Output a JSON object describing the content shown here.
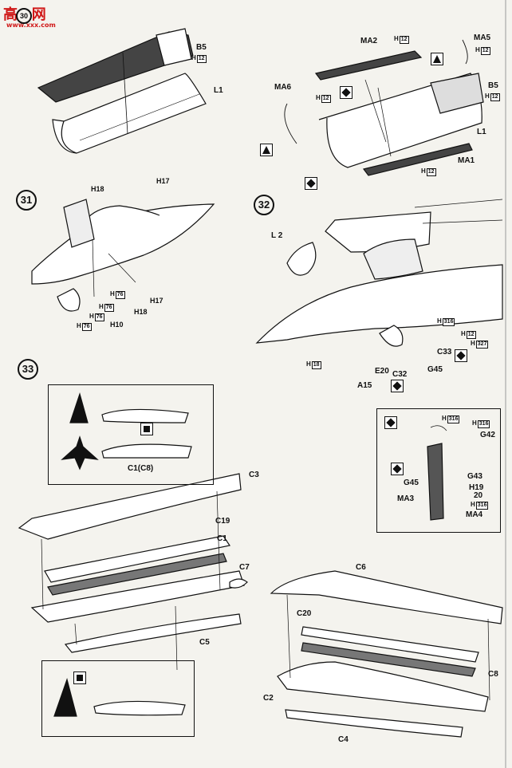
{
  "watermark": {
    "text": "高◎网",
    "sub": "www.xxx.com"
  },
  "steps": {
    "s31": "31",
    "s32": "32",
    "s33": "33",
    "s30": "30"
  },
  "parts": {
    "B5_a": "B5",
    "L1_a": "L1",
    "MA2": "MA2",
    "MA5": "MA5",
    "MA6": "MA6",
    "B5_b": "B5",
    "L1_b": "L1",
    "MA1": "MA1",
    "H18_a": "H18",
    "H17_a": "H17",
    "H17_b": "H17",
    "H18_b": "H18",
    "H10": "H10",
    "L2": "L 2",
    "C33": "C33",
    "G45_a": "G45",
    "C32": "C32",
    "E20": "E20",
    "A15": "A15",
    "G42": "G42",
    "G43": "G43",
    "G45_b": "G45",
    "H19": "H19",
    "H20": "20",
    "MA3": "MA3",
    "MA4": "MA4",
    "C1C8": "C1(C8)",
    "C3": "C3",
    "C19": "C19",
    "C1": "C1",
    "C7": "C7",
    "C5": "C5",
    "C6": "C6",
    "C20": "C20",
    "C8": "C8",
    "C2": "C2",
    "C4": "C4"
  },
  "hboxes": {
    "h12": "12",
    "h76": "76",
    "h316": "316",
    "h327": "327",
    "h18": "18",
    "prefix": "H"
  }
}
